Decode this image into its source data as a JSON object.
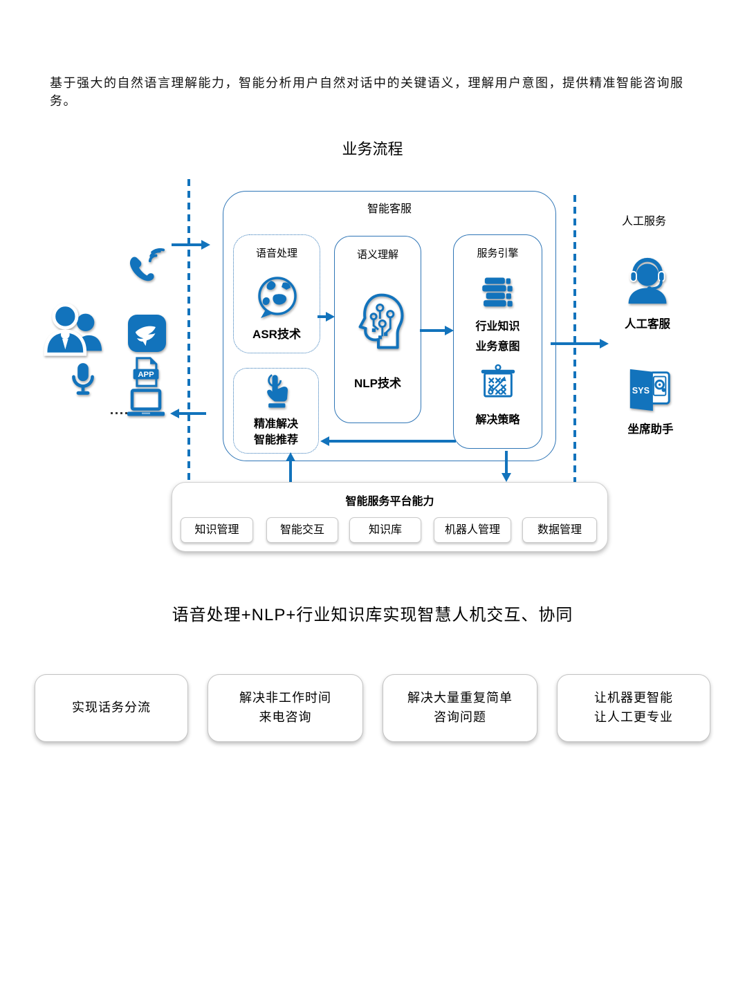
{
  "intro": "基于强大的自然语言理解能力，智能分析用户自然对话中的关键语义，理解用户意图，提供精准智能咨询服务。",
  "flow_title": "业务流程",
  "diagram": {
    "smart_service_label": "智能客服",
    "manual_service_label": "人工服务",
    "voice_processing": {
      "title": "语音处理",
      "tech": "ASR技术"
    },
    "semantic_understanding": {
      "title": "语义理解",
      "tech": "NLP技术"
    },
    "service_engine": {
      "title": "服务引擎",
      "item1_line1": "行业知识",
      "item1_line2": "业务意图",
      "item2": "解决策略"
    },
    "precise_solution": {
      "line1": "精准解决",
      "line2": "智能推荐"
    },
    "agent_label": "人工客服",
    "assistant_label": "坐席助手",
    "sys_icon_text": "SYS",
    "app_icon_text": "APP"
  },
  "platform": {
    "title": "智能服务平台能力",
    "chips": [
      "知识管理",
      "智能交互",
      "知识库",
      "机器人管理",
      "数据管理"
    ]
  },
  "subtitle": "语音处理+NLP+行业知识库实现智慧人机交互、协同",
  "benefits": [
    {
      "line1": "实现话务分流",
      "line2": ""
    },
    {
      "line1": "解决非工作时间",
      "line2": "来电咨询"
    },
    {
      "line1": "解决大量重复简单",
      "line2": "咨询问题"
    },
    {
      "line1": "让机器更智能",
      "line2": "让人工更专业"
    }
  ],
  "icons": [
    "customer-users-icon",
    "microphone-icon",
    "phone-icon",
    "dingtalk-app-icon",
    "app-file-icon",
    "laptop-icon",
    "globe-speech-icon",
    "ai-head-icon",
    "knowledge-books-icon",
    "strategy-board-icon",
    "touch-select-icon",
    "headset-agent-icon",
    "sys-assistant-icon"
  ],
  "colors": {
    "primary": "#1273BC",
    "box_border": "#2E75B6",
    "gray_border": "#C6C6C6"
  }
}
